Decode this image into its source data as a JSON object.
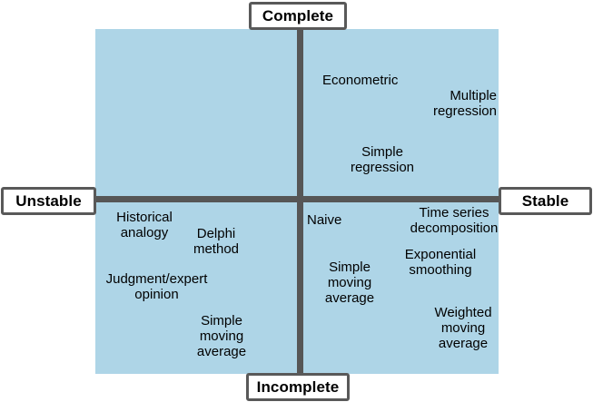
{
  "diagram": {
    "title_axes": {
      "top": "Complete",
      "bottom": "Incomplete",
      "left": "Unstable",
      "right": "Stable"
    },
    "colors": {
      "quadrant_fill": "#aed5e7",
      "axis_line": "#565656",
      "label_border": "#595959",
      "label_fill": "#ffffff",
      "text": "#000000"
    },
    "quadrants": {
      "top_left": {
        "items": []
      },
      "top_right": {
        "items": [
          {
            "label": "Econometric"
          },
          {
            "label": "Multiple\nregression"
          },
          {
            "label": "Simple\nregression"
          }
        ]
      },
      "bottom_left": {
        "items": [
          {
            "label": "Historical\nanalogy"
          },
          {
            "label": "Delphi\nmethod"
          },
          {
            "label": "Judgment/expert\nopinion"
          },
          {
            "label": "Simple\nmoving\naverage"
          }
        ]
      },
      "bottom_right": {
        "items": [
          {
            "label": "Naive"
          },
          {
            "label": "Time series\ndecomposition"
          },
          {
            "label": "Exponential\nsmoothing"
          },
          {
            "label": "Simple\nmoving\naverage"
          },
          {
            "label": "Weighted\nmoving\naverage"
          }
        ]
      }
    }
  }
}
